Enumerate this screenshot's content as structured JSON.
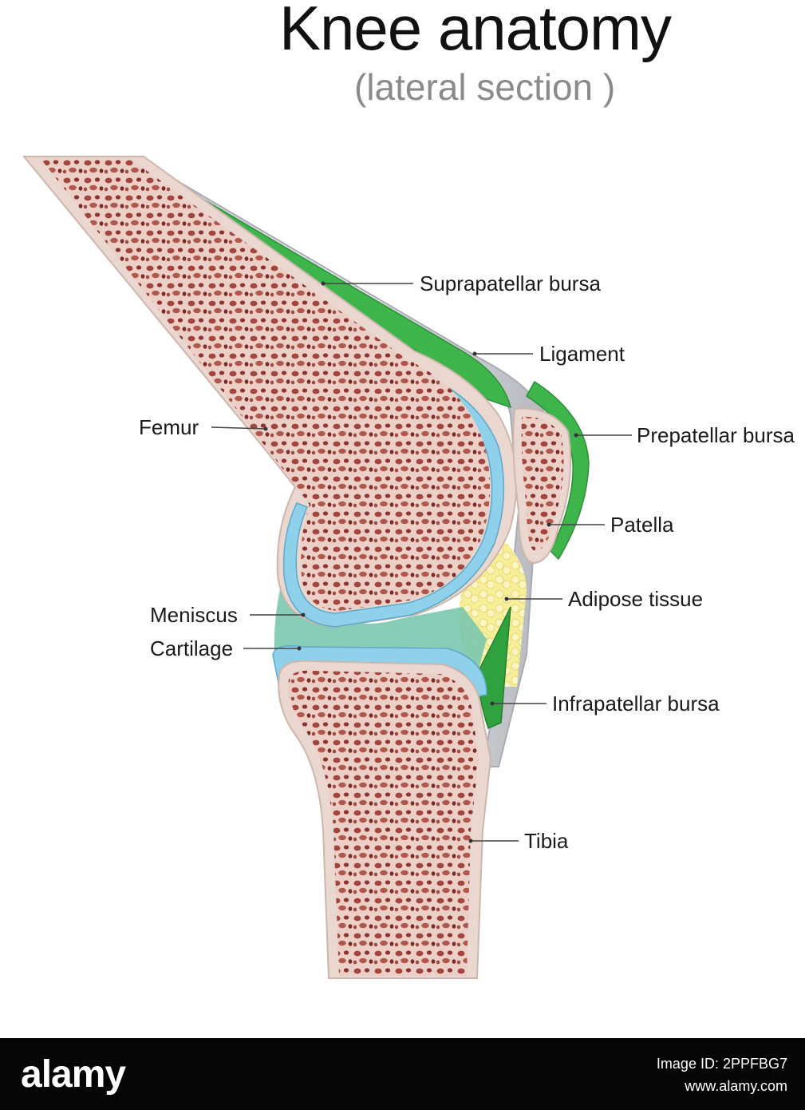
{
  "title": "Knee anatomy",
  "subtitle": "(lateral section )",
  "labels": {
    "suprapatellar_bursa": "Suprapatellar bursa",
    "ligament": "Ligament",
    "femur": "Femur",
    "prepatellar_bursa": "Prepatellar bursa",
    "patella": "Patella",
    "adipose_tissue": "Adipose tissue",
    "meniscus": "Meniscus",
    "cartilage": "Cartilage",
    "infrapatellar_bursa": "Infrapatellar bursa",
    "tibia": "Tibia"
  },
  "colors": {
    "bone": "#eccbc4",
    "bone_pore": "#9b3a33",
    "cortex": "#ead7cf",
    "cartilage": "#8fd0ea",
    "meniscus": "#5fb9a2",
    "ligament": "#c9ccd0",
    "bursa": "#3cb54a",
    "adipose": "#f6ec91"
  },
  "footer": {
    "brand": "alamy",
    "image_id": "Image ID: 2PPFBG7",
    "site": "www.alamy.com"
  }
}
